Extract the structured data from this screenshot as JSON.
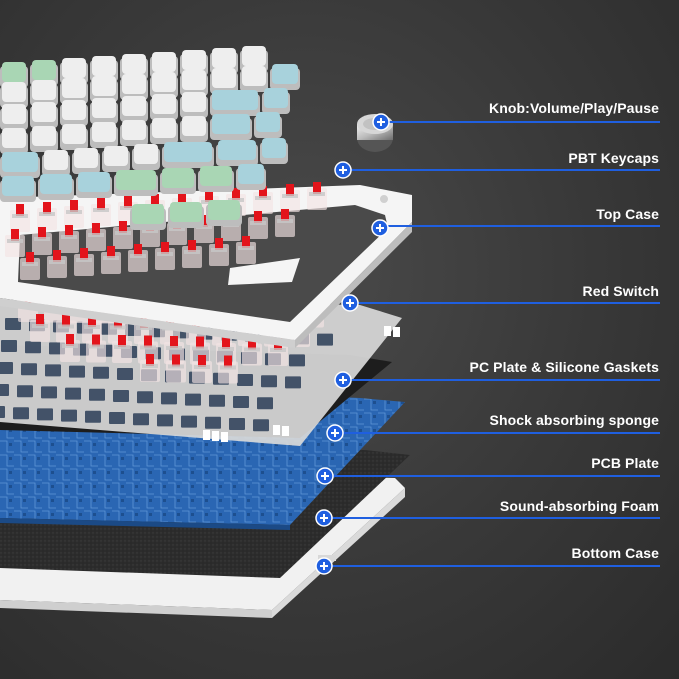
{
  "callouts": [
    {
      "id": "knob",
      "text": "Knob:Volume/Play/Pause"
    },
    {
      "id": "keycaps",
      "text": "PBT Keycaps"
    },
    {
      "id": "top-case",
      "text": "Top Case"
    },
    {
      "id": "switch",
      "text": "Red Switch"
    },
    {
      "id": "plate",
      "text": "PC Plate & Silicone Gaskets"
    },
    {
      "id": "sponge",
      "text": "Shock absorbing sponge"
    },
    {
      "id": "pcb",
      "text": "PCB Plate"
    },
    {
      "id": "foam",
      "text": "Sound-absorbing Foam"
    },
    {
      "id": "bottom",
      "text": "Bottom Case"
    }
  ],
  "colors": {
    "background": "#3a3a3a",
    "callout_line": "#1f5fe0",
    "marker": "#1f5fe0",
    "label": "#ffffff",
    "keycap_white": "#eeeeee",
    "keycap_blue": "#a8d2dc",
    "keycap_mint": "#a9d6b4",
    "switch_red": "#e3141b",
    "pcb_blue": "#2a66b3",
    "case_white": "#f4f4f4"
  },
  "icons": {
    "marker": "plus-circle-icon"
  }
}
